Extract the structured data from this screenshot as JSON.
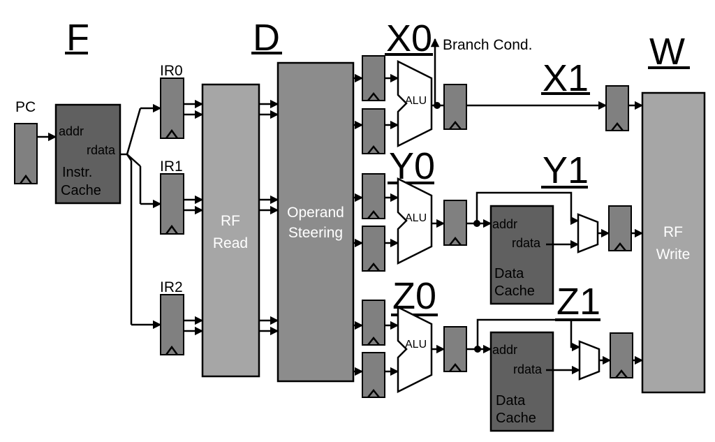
{
  "stages": {
    "f": "F",
    "d": "D",
    "x0": "X0",
    "x1": "X1",
    "y0": "Y0",
    "y1": "Y1",
    "z0": "Z0",
    "z1": "Z1",
    "w": "W"
  },
  "labels": {
    "pc": "PC",
    "ir0": "IR0",
    "ir1": "IR1",
    "ir2": "IR2",
    "branch_cond": "Branch Cond.",
    "alu": "ALU",
    "addr": "addr",
    "rdata": "rdata"
  },
  "blocks": {
    "instr_cache": [
      "Instr.",
      "Cache"
    ],
    "rf_read": [
      "RF",
      "Read"
    ],
    "operand_steering": [
      "Operand",
      "Steering"
    ],
    "data_cache": [
      "Data",
      "Cache"
    ],
    "rf_write": [
      "RF",
      "Write"
    ]
  },
  "colors": {
    "register": "#808080",
    "cache": "#606060",
    "rf_read": "#a6a6a6",
    "operand_steering": "#8c8c8c",
    "rf_write": "#a6a6a6"
  }
}
